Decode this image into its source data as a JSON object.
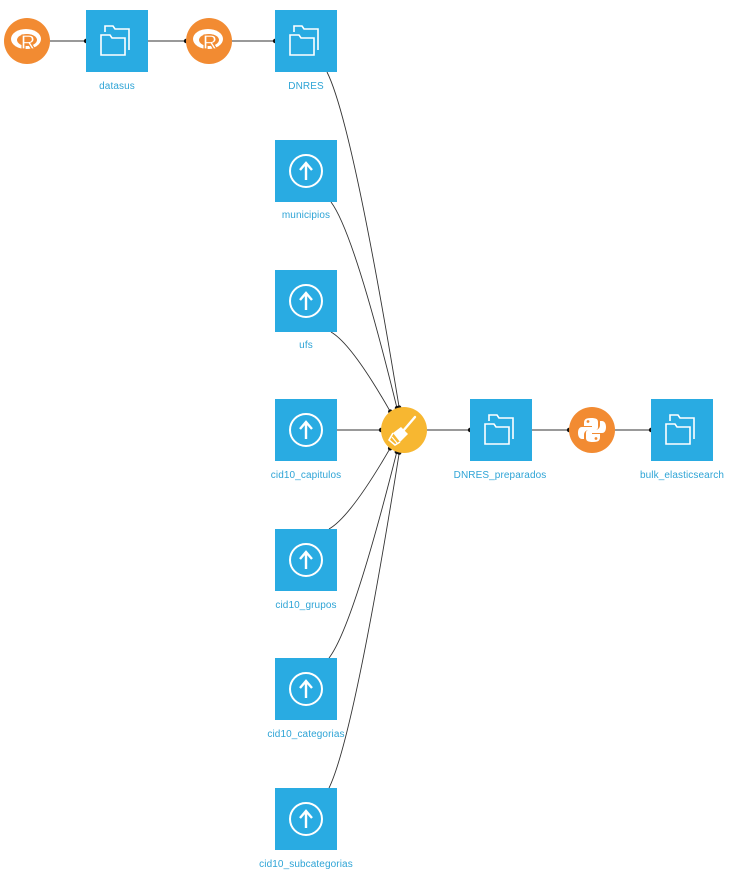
{
  "colors": {
    "dataset": "#29abe2",
    "code_recipe": "#f28b32",
    "prepare_recipe": "#f7b731",
    "edge": "#333333",
    "label": "#2ea4d6"
  },
  "nodes": {
    "recipe_r_1": {
      "type": "code-recipe",
      "icon": "r-logo-icon"
    },
    "datasus": {
      "type": "folder-dataset",
      "label": "datasus",
      "icon": "folder-icon"
    },
    "recipe_r_2": {
      "type": "code-recipe",
      "icon": "r-logo-icon"
    },
    "dnres": {
      "type": "folder-dataset",
      "label": "DNRES",
      "icon": "folder-icon"
    },
    "municipios": {
      "type": "uploaded-dataset",
      "label": "municipios",
      "icon": "upload-icon"
    },
    "ufs": {
      "type": "uploaded-dataset",
      "label": "ufs",
      "icon": "upload-icon"
    },
    "cid10_capitulos": {
      "type": "uploaded-dataset",
      "label": "cid10_capitulos",
      "icon": "upload-icon"
    },
    "cid10_grupos": {
      "type": "uploaded-dataset",
      "label": "cid10_grupos",
      "icon": "upload-icon"
    },
    "cid10_categorias": {
      "type": "uploaded-dataset",
      "label": "cid10_categorias",
      "icon": "upload-icon"
    },
    "cid10_subcategorias": {
      "type": "uploaded-dataset",
      "label": "cid10_subcategorias",
      "icon": "upload-icon"
    },
    "prepare_recipe": {
      "type": "prepare-recipe",
      "icon": "broom-icon"
    },
    "dnres_preparados": {
      "type": "folder-dataset",
      "label": "DNRES_preparados",
      "icon": "folder-icon"
    },
    "recipe_python": {
      "type": "code-recipe",
      "icon": "python-logo-icon"
    },
    "bulk_elasticsearch": {
      "type": "folder-dataset",
      "label": "bulk_elasticsearch",
      "icon": "folder-icon"
    }
  },
  "edges": [
    [
      "recipe_r_1",
      "datasus"
    ],
    [
      "datasus",
      "recipe_r_2"
    ],
    [
      "recipe_r_2",
      "dnres"
    ],
    [
      "dnres",
      "prepare_recipe"
    ],
    [
      "municipios",
      "prepare_recipe"
    ],
    [
      "ufs",
      "prepare_recipe"
    ],
    [
      "cid10_capitulos",
      "prepare_recipe"
    ],
    [
      "cid10_grupos",
      "prepare_recipe"
    ],
    [
      "cid10_categorias",
      "prepare_recipe"
    ],
    [
      "cid10_subcategorias",
      "prepare_recipe"
    ],
    [
      "prepare_recipe",
      "dnres_preparados"
    ],
    [
      "dnres_preparados",
      "recipe_python"
    ],
    [
      "recipe_python",
      "bulk_elasticsearch"
    ]
  ]
}
